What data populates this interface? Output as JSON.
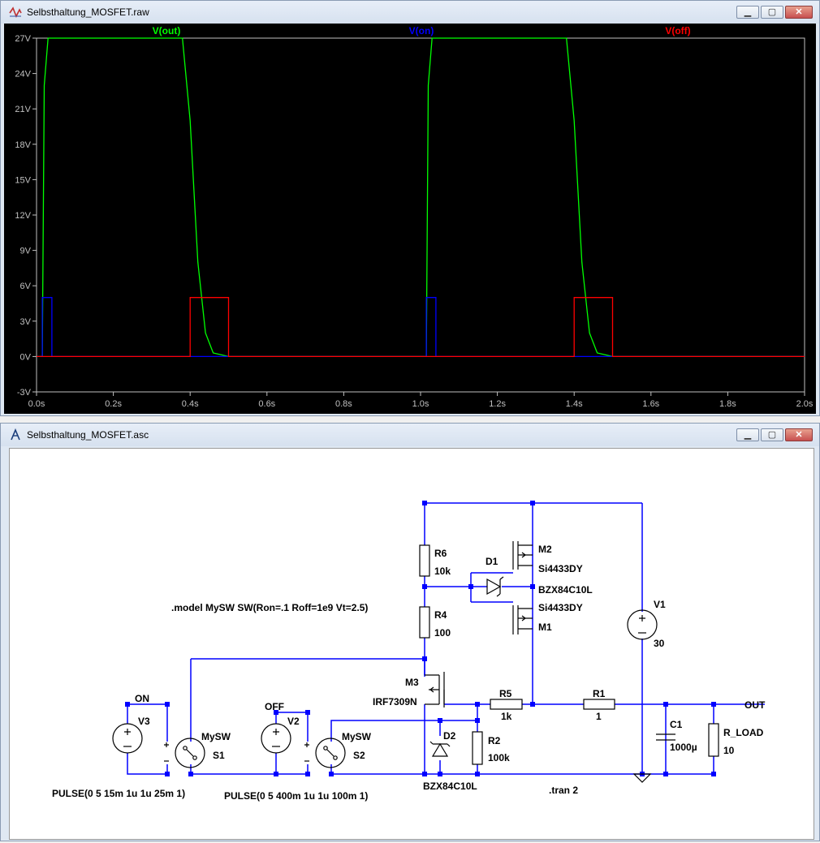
{
  "waveform_window": {
    "title": "Selbsthaltung_MOSFET.raw",
    "buttons": {
      "minimize": "▁",
      "maximize": "▢",
      "close": "✕"
    }
  },
  "schematic_window": {
    "title": "Selbsthaltung_MOSFET.asc",
    "buttons": {
      "minimize": "▁",
      "maximize": "▢",
      "close": "✕"
    }
  },
  "colors": {
    "vout": "#00ff00",
    "von": "#0000ff",
    "voff": "#ff0000",
    "wire": "#0000ff",
    "junction": "#0000ff"
  },
  "chart_data": {
    "type": "line",
    "title": "",
    "xlabel": "",
    "ylabel": "",
    "xlim": [
      0,
      2
    ],
    "ylim": [
      -3,
      27
    ],
    "x_ticks": [
      "0.0s",
      "0.2s",
      "0.4s",
      "0.6s",
      "0.8s",
      "1.0s",
      "1.2s",
      "1.4s",
      "1.6s",
      "1.8s",
      "2.0s"
    ],
    "y_ticks": [
      "27V",
      "24V",
      "21V",
      "18V",
      "15V",
      "12V",
      "9V",
      "6V",
      "3V",
      "0V",
      "-3V"
    ],
    "series": [
      {
        "name": "V(out)",
        "color": "#00ff00",
        "x": [
          0,
          0.015,
          0.02,
          0.03,
          0.38,
          0.4,
          0.42,
          0.44,
          0.46,
          0.5,
          1.0,
          1.015,
          1.02,
          1.03,
          1.38,
          1.4,
          1.42,
          1.44,
          1.46,
          1.5,
          2.0
        ],
        "y": [
          0,
          0,
          23,
          27,
          27,
          20,
          8,
          2,
          0.3,
          0,
          0,
          0,
          23,
          27,
          27,
          20,
          8,
          2,
          0.3,
          0,
          0
        ]
      },
      {
        "name": "V(on)",
        "color": "#0000ff",
        "x": [
          0,
          0.015,
          0.015,
          0.04,
          0.04,
          1.015,
          1.015,
          1.04,
          1.04,
          2.0
        ],
        "y": [
          0,
          0,
          5,
          5,
          0,
          0,
          5,
          5,
          0,
          0
        ]
      },
      {
        "name": "V(off)",
        "color": "#ff0000",
        "x": [
          0,
          0.4,
          0.4,
          0.5,
          0.5,
          1.4,
          1.4,
          1.5,
          1.5,
          2.0
        ],
        "y": [
          0,
          0,
          5,
          5,
          0,
          0,
          5,
          5,
          0,
          0
        ]
      }
    ]
  },
  "schematic": {
    "directives": {
      "model": ".model MySW SW(Ron=.1 Roff=1e9 Vt=2.5)",
      "tran": ".tran 2"
    },
    "labels": {
      "on": "ON",
      "off": "OFF",
      "out": "OUT"
    },
    "pulse": {
      "v3": "PULSE(0 5 15m 1u 1u 25m 1)",
      "v2": "PULSE(0 5 400m 1u 1u 100m 1)"
    },
    "components": {
      "R6": {
        "name": "R6",
        "value": "10k"
      },
      "R4": {
        "name": "R4",
        "value": "100"
      },
      "R5": {
        "name": "R5",
        "value": "1k"
      },
      "R2": {
        "name": "R2",
        "value": "100k"
      },
      "R1": {
        "name": "R1",
        "value": "1"
      },
      "RLOAD": {
        "name": "R_LOAD",
        "value": "10"
      },
      "C1": {
        "name": "C1",
        "value": "1000µ"
      },
      "V1": {
        "name": "V1",
        "value": "30"
      },
      "V2": {
        "name": "V2"
      },
      "V3": {
        "name": "V3"
      },
      "D1": {
        "name": "D1",
        "value": "BZX84C10L"
      },
      "D2": {
        "name": "D2",
        "value": "BZX84C10L"
      },
      "M1": {
        "name": "M1",
        "value": "Si4433DY"
      },
      "M2": {
        "name": "M2",
        "value": "Si4433DY"
      },
      "M3": {
        "name": "M3",
        "value": "IRF7309N"
      },
      "S1": {
        "name": "S1",
        "model": "MySW"
      },
      "S2": {
        "name": "S2",
        "model": "MySW"
      }
    }
  }
}
